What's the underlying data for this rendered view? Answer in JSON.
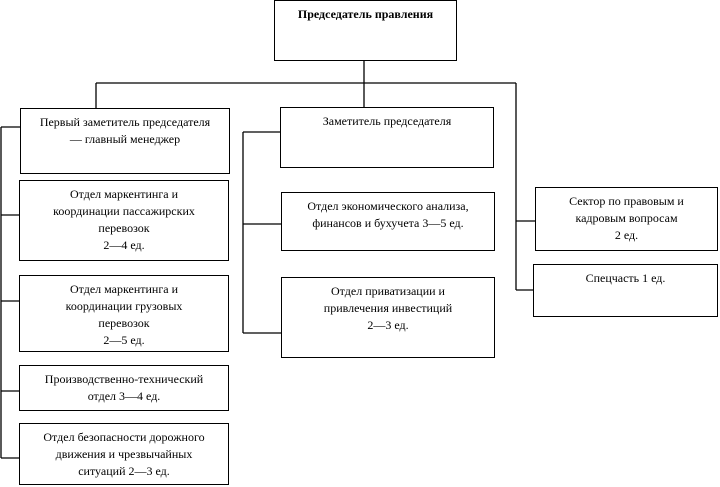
{
  "chairman": "Председатель правления",
  "left_column": {
    "first_deputy": "Первый заметитель председателя\n— главный менеджер",
    "units": [
      "Отдел маркентинга и\nкоординации пассажирских\nперевозок\n2—4 ед.",
      "Отдел маркентинга и\nкоординации грузовых\nперевозок\n2—5 ед.",
      "Производственно-технический\nотдел  3—4 ед.",
      "Отдел безопасности дорожного\nдвижения и чрезвычайных\nситуаций  2—3 ед."
    ]
  },
  "middle_column": {
    "deputy": "Заметитель председателя",
    "units": [
      "Отдел экономического анализа,\nфинансов и бухучета  3—5 ед.",
      "Отдел приватизации и\nпривлечения инвестиций\n2—3 ед."
    ]
  },
  "right_column": {
    "units": [
      "Сектор по правовым и\nкадровым вопросам\n2  ед.",
      "Спецчасть 1 ед."
    ]
  }
}
